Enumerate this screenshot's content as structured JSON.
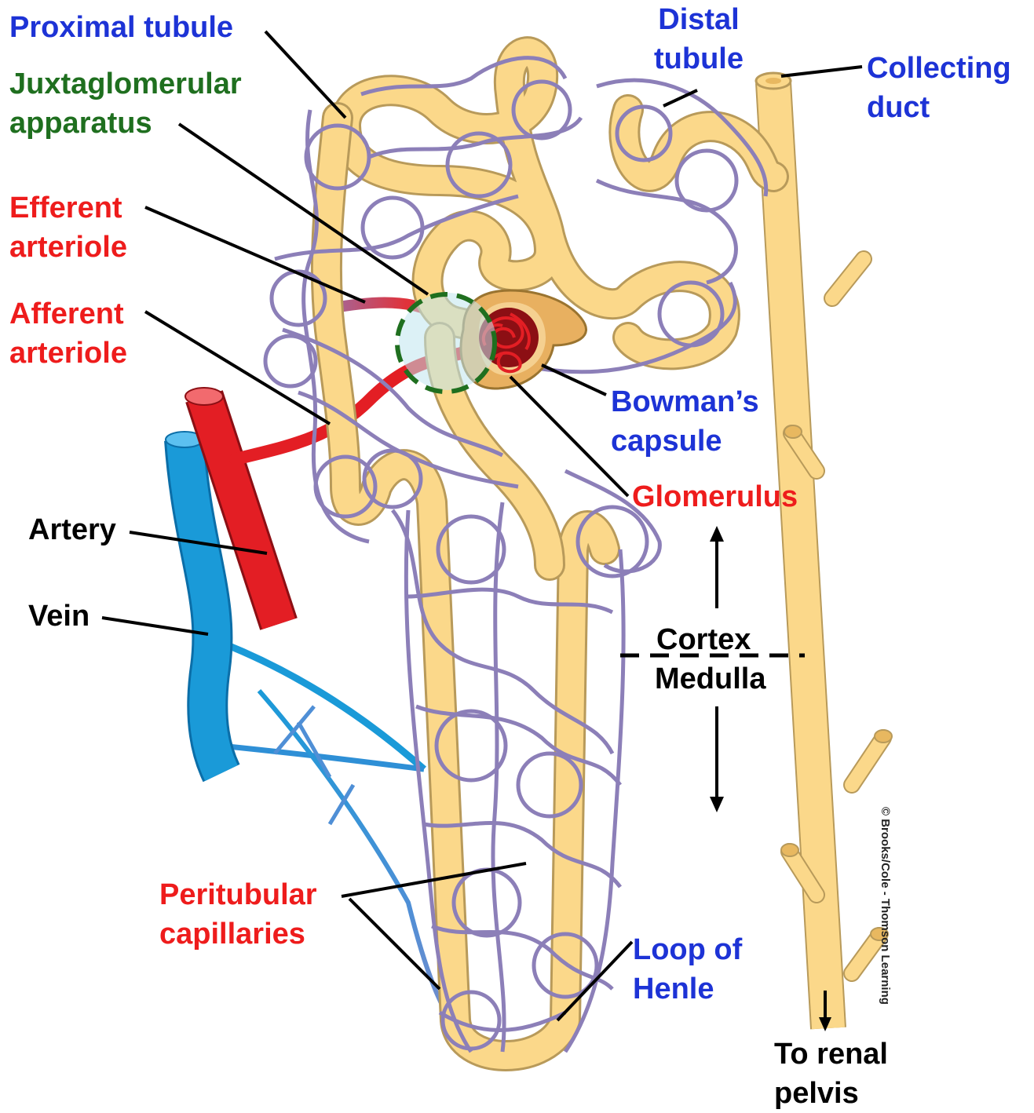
{
  "labels": {
    "proximal_tubule": "Proximal tubule",
    "juxtaglomerular_1": "Juxtaglomerular",
    "juxtaglomerular_2": "apparatus",
    "efferent_1": "Efferent",
    "efferent_2": "arteriole",
    "afferent_1": "Afferent",
    "afferent_2": "arteriole",
    "distal_1": "Distal",
    "distal_2": "tubule",
    "collecting_1": "Collecting",
    "collecting_2": "duct",
    "bowmans_1": "Bowman’s",
    "bowmans_2": "capsule",
    "glomerulus": "Glomerulus",
    "artery": "Artery",
    "vein": "Vein",
    "cortex": "Cortex",
    "medulla": "Medulla",
    "peritubular_1": "Peritubular",
    "peritubular_2": "capillaries",
    "loop_1": "Loop of",
    "loop_2": "Henle",
    "renal_1": "To renal",
    "renal_2": "pelvis"
  },
  "copyright": "© Brooks/Cole - Thomson Learning",
  "colors": {
    "blue_label": "#1d33d6",
    "green_label": "#1f6f1f",
    "red_label": "#ee1c1c",
    "tubule": "#fbd88a",
    "capillary": "#8c7fb8",
    "artery": "#e31e24",
    "vein": "#1a9ad8"
  }
}
